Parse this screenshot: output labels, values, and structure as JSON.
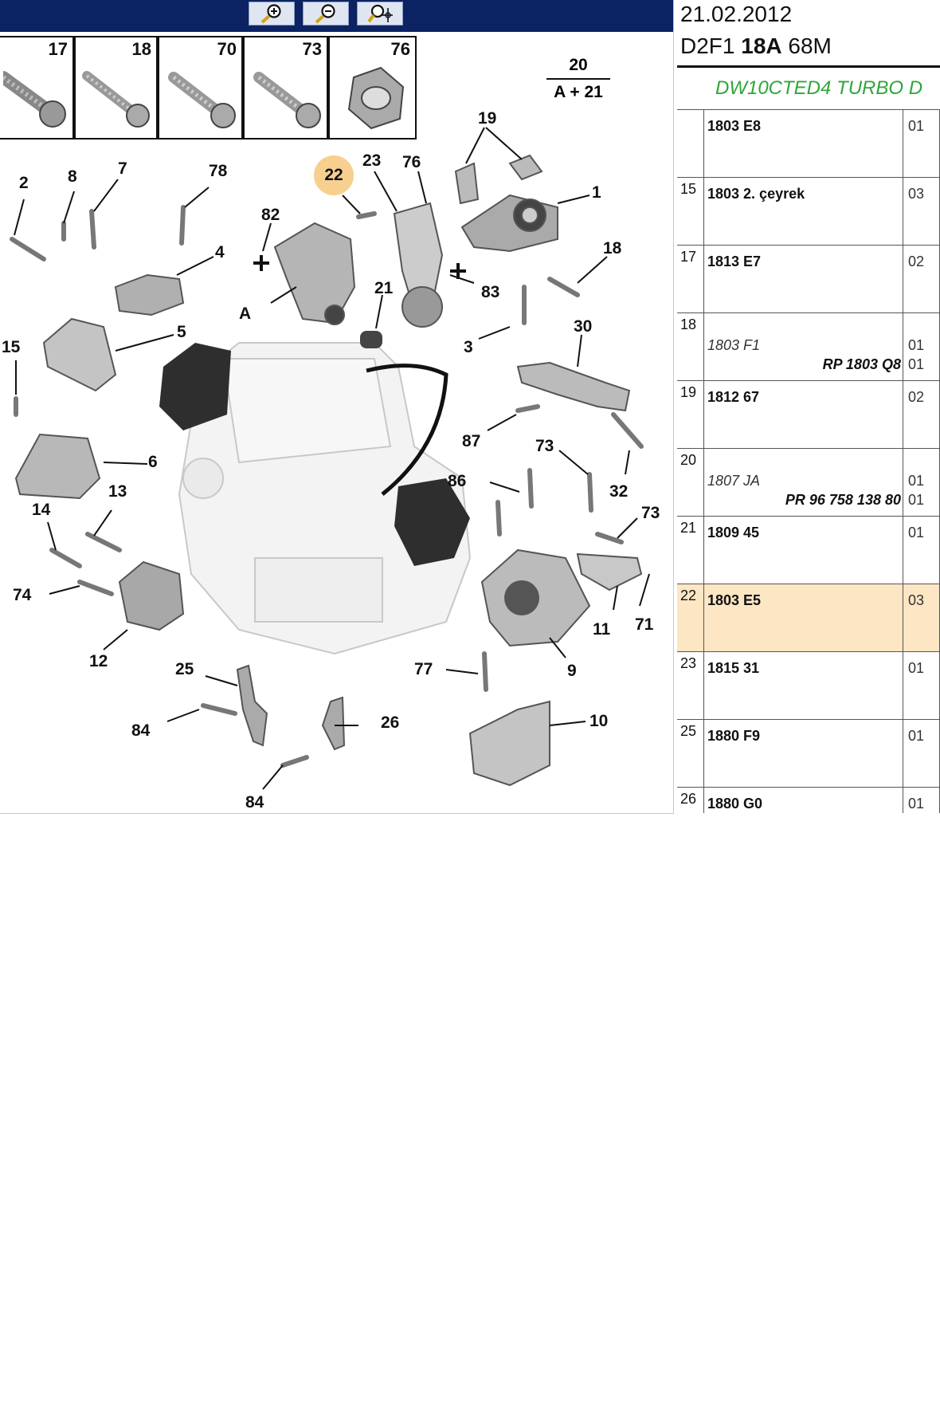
{
  "toolbar": {
    "zoom_in_icon": "zoom-in-icon",
    "zoom_out_icon": "zoom-out-icon",
    "pan_icon": "pan-icon",
    "bg_color": "#0b2263"
  },
  "bolts": [
    "17",
    "18",
    "70",
    "73",
    "76"
  ],
  "fraction": {
    "top": "20",
    "bottom": "A + 21"
  },
  "callouts": {
    "c1": "1",
    "c2": "2",
    "c3": "3",
    "c4": "4",
    "c5": "5",
    "c6": "6",
    "c7": "7",
    "c8": "8",
    "c9": "9",
    "c10": "10",
    "c11": "11",
    "c12": "12",
    "c13": "13",
    "c14": "14",
    "c15": "15",
    "c18": "18",
    "c19": "19",
    "c21": "21",
    "c22": "22",
    "c23": "23",
    "c25": "25",
    "c26": "26",
    "c30": "30",
    "c32": "32",
    "c71": "71",
    "c73a": "73",
    "c73b": "73",
    "c74": "74",
    "c76": "76",
    "c77": "77",
    "c78": "78",
    "c82": "82",
    "c83": "83",
    "c84a": "84",
    "c84b": "84",
    "c86": "86",
    "c87": "87",
    "cA": "A"
  },
  "header": {
    "date": "21.02.2012",
    "model_a": "D2F1",
    "model_b": "18A",
    "model_c": "68M",
    "engine": "DW10CTED4 TURBO D"
  },
  "accent": {
    "highlight": "#f7cf8f",
    "selected_row": "#fce6c3",
    "engine_text": "#2fa53a"
  },
  "parts": [
    {
      "ref": "",
      "part": "1803 E8",
      "part2": "",
      "qty": "01",
      "qty2": "",
      "italic": false,
      "selected": false
    },
    {
      "ref": "15",
      "part": "1803 2. çeyrek",
      "part2": "",
      "qty": "03",
      "qty2": "",
      "italic": false,
      "selected": false
    },
    {
      "ref": "17",
      "part": "1813 E7",
      "part2": "",
      "qty": "02",
      "qty2": "",
      "italic": false,
      "selected": false
    },
    {
      "ref": "18",
      "part": "1803 F1",
      "part2": "RP 1803 Q8",
      "qty": "01",
      "qty2": "01",
      "italic": true,
      "selected": false
    },
    {
      "ref": "19",
      "part": "1812 67",
      "part2": "",
      "qty": "02",
      "qty2": "",
      "italic": false,
      "selected": false
    },
    {
      "ref": "20",
      "part": "1807 JA",
      "part2": "PR 96 758 138 80",
      "qty": "01",
      "qty2": "01",
      "italic": true,
      "selected": false
    },
    {
      "ref": "21",
      "part": "1809 45",
      "part2": "",
      "qty": "01",
      "qty2": "",
      "italic": false,
      "selected": false
    },
    {
      "ref": "22",
      "part": "1803 E5",
      "part2": "",
      "qty": "03",
      "qty2": "",
      "italic": false,
      "selected": true
    },
    {
      "ref": "23",
      "part": "1815 31",
      "part2": "",
      "qty": "01",
      "qty2": "",
      "italic": false,
      "selected": false
    },
    {
      "ref": "25",
      "part": "1880 F9",
      "part2": "",
      "qty": "01",
      "qty2": "",
      "italic": false,
      "selected": false
    },
    {
      "ref": "26",
      "part": "1880 G0",
      "part2": "",
      "qty": "01",
      "qty2": "",
      "italic": false,
      "selected": false
    }
  ]
}
